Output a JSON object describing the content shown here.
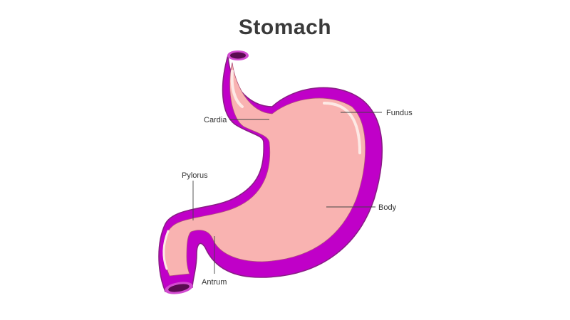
{
  "title": "Stomach",
  "labels": {
    "cardia": "Cardia",
    "fundus": "Fundus",
    "pylorus": "Pylorus",
    "body": "Body",
    "antrum": "Antrum"
  },
  "colors": {
    "wall": "#c000c8",
    "wall_outline": "#8a1d86",
    "lining": "#f9b3b1",
    "highlight": "#fde9e5",
    "opening": "#5a0b52",
    "opening_rim": "#d24bd0"
  }
}
